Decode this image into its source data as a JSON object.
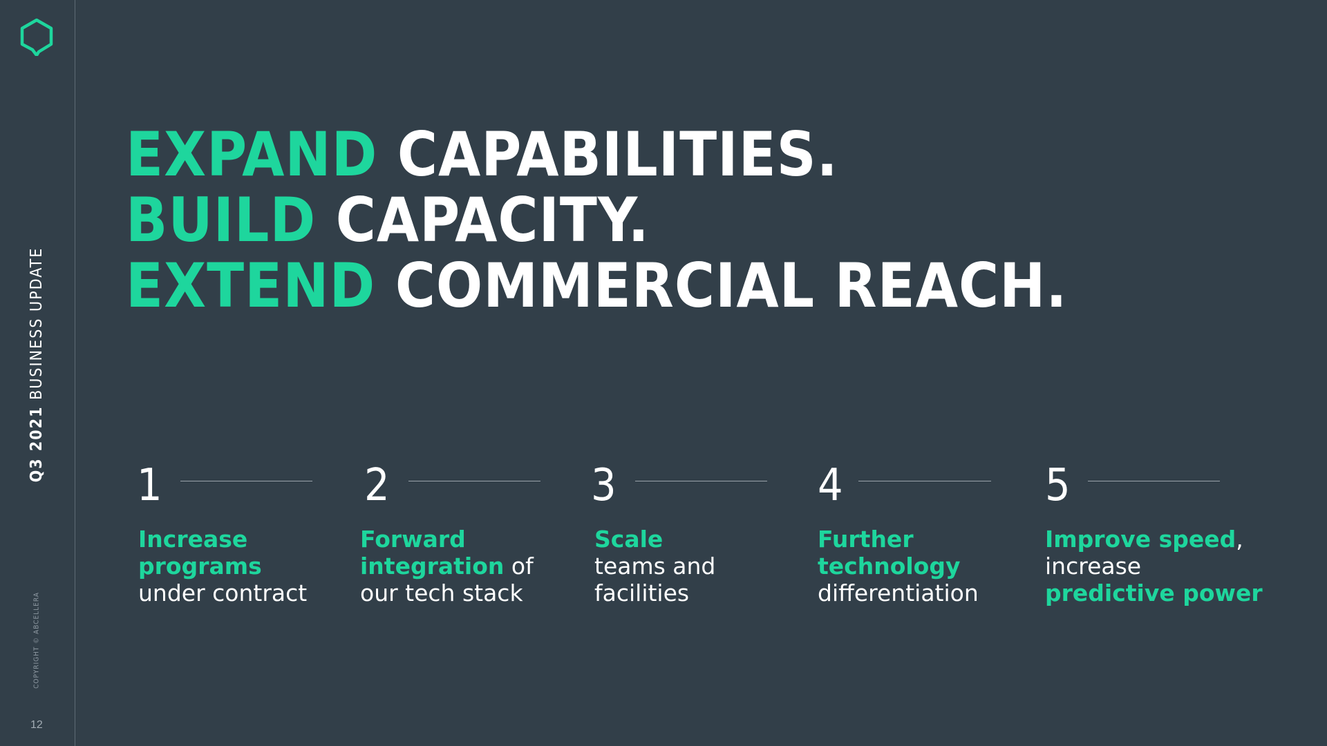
{
  "colors": {
    "background": "#323f49",
    "accent": "#1ed69d",
    "text": "#ffffff"
  },
  "sidebar": {
    "logo_icon": "hexagon-outline-icon",
    "title_bold": "Q3 2021",
    "title_rest": "BUSINESS UPDATE",
    "copyright": "COPYRIGHT © ABCELLERA",
    "page_number": "12"
  },
  "headline": {
    "lines": [
      {
        "accent": "EXPAND",
        "rest": "CAPABILITIES."
      },
      {
        "accent": "BUILD",
        "rest": "CAPACITY."
      },
      {
        "accent": "EXTEND",
        "rest": "COMMERCIAL REACH."
      }
    ]
  },
  "steps": [
    {
      "number": "1",
      "lines": [
        [
          {
            "text": "Increase",
            "hl": true
          }
        ],
        [
          {
            "text": "programs",
            "hl": true
          }
        ],
        [
          {
            "text": "under contract",
            "hl": false
          }
        ]
      ]
    },
    {
      "number": "2",
      "lines": [
        [
          {
            "text": "Forward",
            "hl": true
          }
        ],
        [
          {
            "text": "integration",
            "hl": true
          },
          {
            "text": " of",
            "hl": false
          }
        ],
        [
          {
            "text": "our tech stack",
            "hl": false
          }
        ]
      ]
    },
    {
      "number": "3",
      "lines": [
        [
          {
            "text": "Scale",
            "hl": true
          }
        ],
        [
          {
            "text": "teams and",
            "hl": false
          }
        ],
        [
          {
            "text": "facilities",
            "hl": false
          }
        ]
      ]
    },
    {
      "number": "4",
      "lines": [
        [
          {
            "text": "Further",
            "hl": true
          }
        ],
        [
          {
            "text": "technology",
            "hl": true
          }
        ],
        [
          {
            "text": "differentiation",
            "hl": false
          }
        ]
      ]
    },
    {
      "number": "5",
      "lines": [
        [
          {
            "text": "Improve speed",
            "hl": true
          },
          {
            "text": ",",
            "hl": false
          }
        ],
        [
          {
            "text": "increase",
            "hl": false
          }
        ],
        [
          {
            "text": "predictive power",
            "hl": true
          }
        ]
      ]
    }
  ]
}
